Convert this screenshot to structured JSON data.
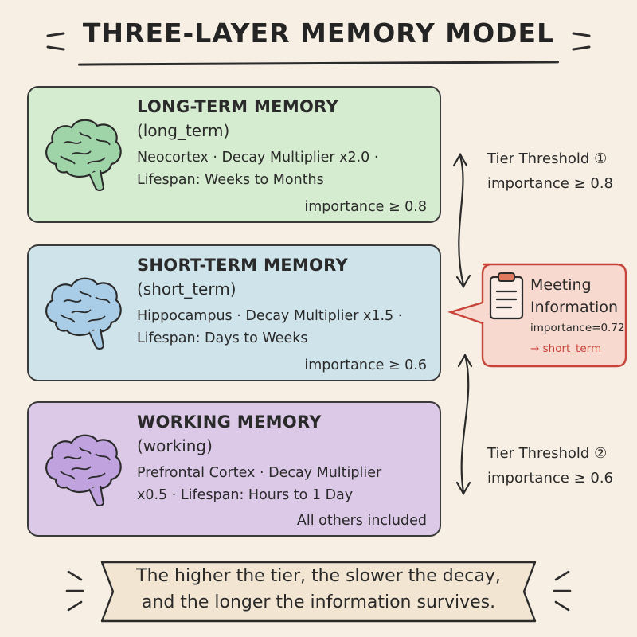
{
  "title": "THREE-LAYER MEMORY MODEL",
  "tiers": [
    {
      "name": "LONG-TERM MEMORY",
      "key": "(long_term)",
      "desc_line1": "Neocortex · Decay Multiplier x2.0 ·",
      "desc_line2": "Lifespan: Weeks to Months",
      "threshold": "importance ≥ 0.8",
      "color": "#d6ecd0"
    },
    {
      "name": "SHORT-TERM MEMORY",
      "key": "(short_term)",
      "desc_line1": "Hippocampus · Decay Multiplier x1.5 ·",
      "desc_line2": "Lifespan: Days to Weeks",
      "threshold": "importance ≥ 0.6",
      "color": "#cfe3ea"
    },
    {
      "name": "WORKING MEMORY",
      "key": "(working)",
      "desc_line1": "Prefrontal Cortex · Decay Multiplier",
      "desc_line2": "x0.5 · Lifespan: Hours to 1 Day",
      "threshold": "All others included",
      "color": "#dcc9e8"
    }
  ],
  "side_thresholds": [
    {
      "line1": "Tier Threshold ①",
      "line2": "importance ≥ 0.8"
    },
    {
      "line1": "Tier Threshold ②",
      "line2": "importance ≥ 0.6"
    }
  ],
  "callout": {
    "title_line1": "Meeting",
    "title_line2": "Information",
    "importance": "importance=0.72",
    "route": "→ short_term",
    "accent": "#c8443a",
    "fill": "#f8d9cf"
  },
  "footer": {
    "line1": "The higher the tier, the slower the decay,",
    "line2": "and the longer the information survives."
  }
}
